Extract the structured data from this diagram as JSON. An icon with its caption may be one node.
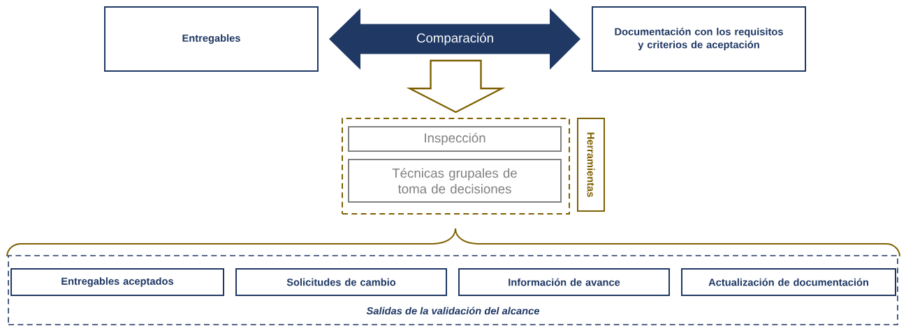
{
  "diagram": {
    "nodes": [
      {
        "text": [
          "Entregables"
        ]
      },
      {
        "text": [
          "Documentación con los requisitos y criterios de aceptación"
        ]
      },
      {
        "text": [],
        "shape": "box"
      },
      {
        "text": [
          "Inspección"
        ],
        "in": 2
      },
      {
        "text": [
          "Técnicas grupales de toma de decisiones"
        ],
        "in": 2
      },
      {
        "text": [
          "Herramientas"
        ]
      },
      {
        "text": [
          "Salidas de la validación del alcance"
        ]
      },
      {
        "text": [
          "Entregables aceptados"
        ],
        "in": 6
      },
      {
        "text": [
          "Solicitudes de cambio"
        ],
        "in": 6
      },
      {
        "text": [
          "Información de avance"
        ],
        "in": 6
      },
      {
        "text": [
          "Actualización de documentación"
        ],
        "in": 6
      }
    ],
    "edges": [
      {
        "from": 0,
        "to": 1,
        "arrow": "both",
        "label": "Comparación",
        "color": "#1f3864"
      },
      {
        "from": null,
        "to": 2,
        "arrow": "to",
        "color": "#7f6000"
      }
    ]
  }
}
